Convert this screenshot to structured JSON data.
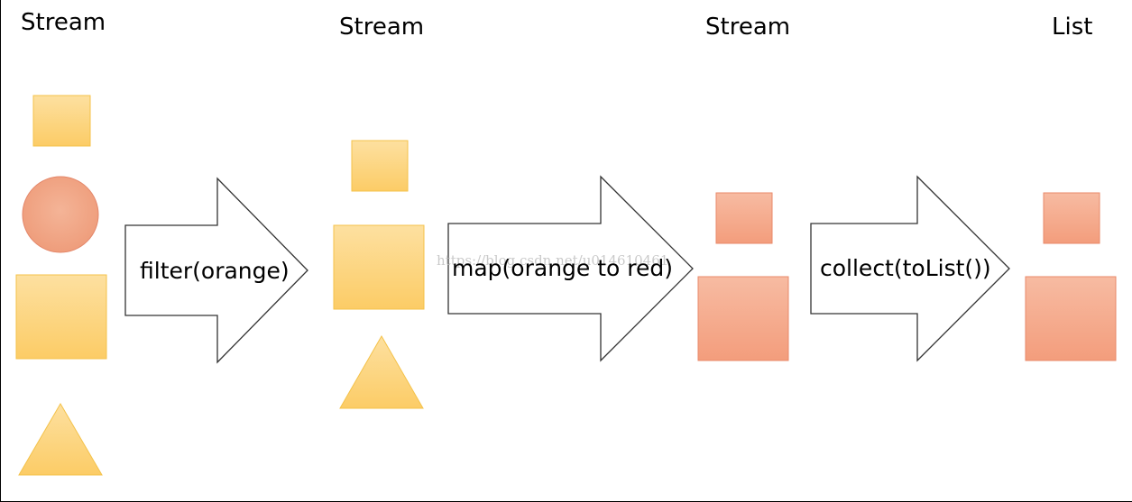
{
  "stages": [
    {
      "title": "Stream"
    },
    {
      "title": "Stream"
    },
    {
      "title": "Stream"
    },
    {
      "title": "List"
    }
  ],
  "operations": [
    {
      "label": "filter(orange)"
    },
    {
      "label": "map(orange to red)"
    },
    {
      "label": "collect(toList())"
    }
  ],
  "watermark": "https://blog.csdn.net/u014610461",
  "colors": {
    "orange_fill": "#fdd27a",
    "orange_stroke": "#f5c042",
    "red_fill": "#f5ab8c",
    "red_stroke": "#e88c66",
    "circle_fill": "#f2a687",
    "arrow_stroke": "#333333"
  },
  "shapes": {
    "stage1": [
      {
        "kind": "small-square",
        "color": "orange"
      },
      {
        "kind": "circle",
        "color": "red"
      },
      {
        "kind": "large-square",
        "color": "orange"
      },
      {
        "kind": "triangle",
        "color": "orange"
      }
    ],
    "stage2": [
      {
        "kind": "small-square",
        "color": "orange"
      },
      {
        "kind": "large-square",
        "color": "orange"
      },
      {
        "kind": "triangle",
        "color": "orange"
      }
    ],
    "stage3": [
      {
        "kind": "small-square",
        "color": "red"
      },
      {
        "kind": "large-square",
        "color": "red"
      }
    ],
    "stage4": [
      {
        "kind": "small-square",
        "color": "red"
      },
      {
        "kind": "large-square",
        "color": "red"
      }
    ]
  }
}
